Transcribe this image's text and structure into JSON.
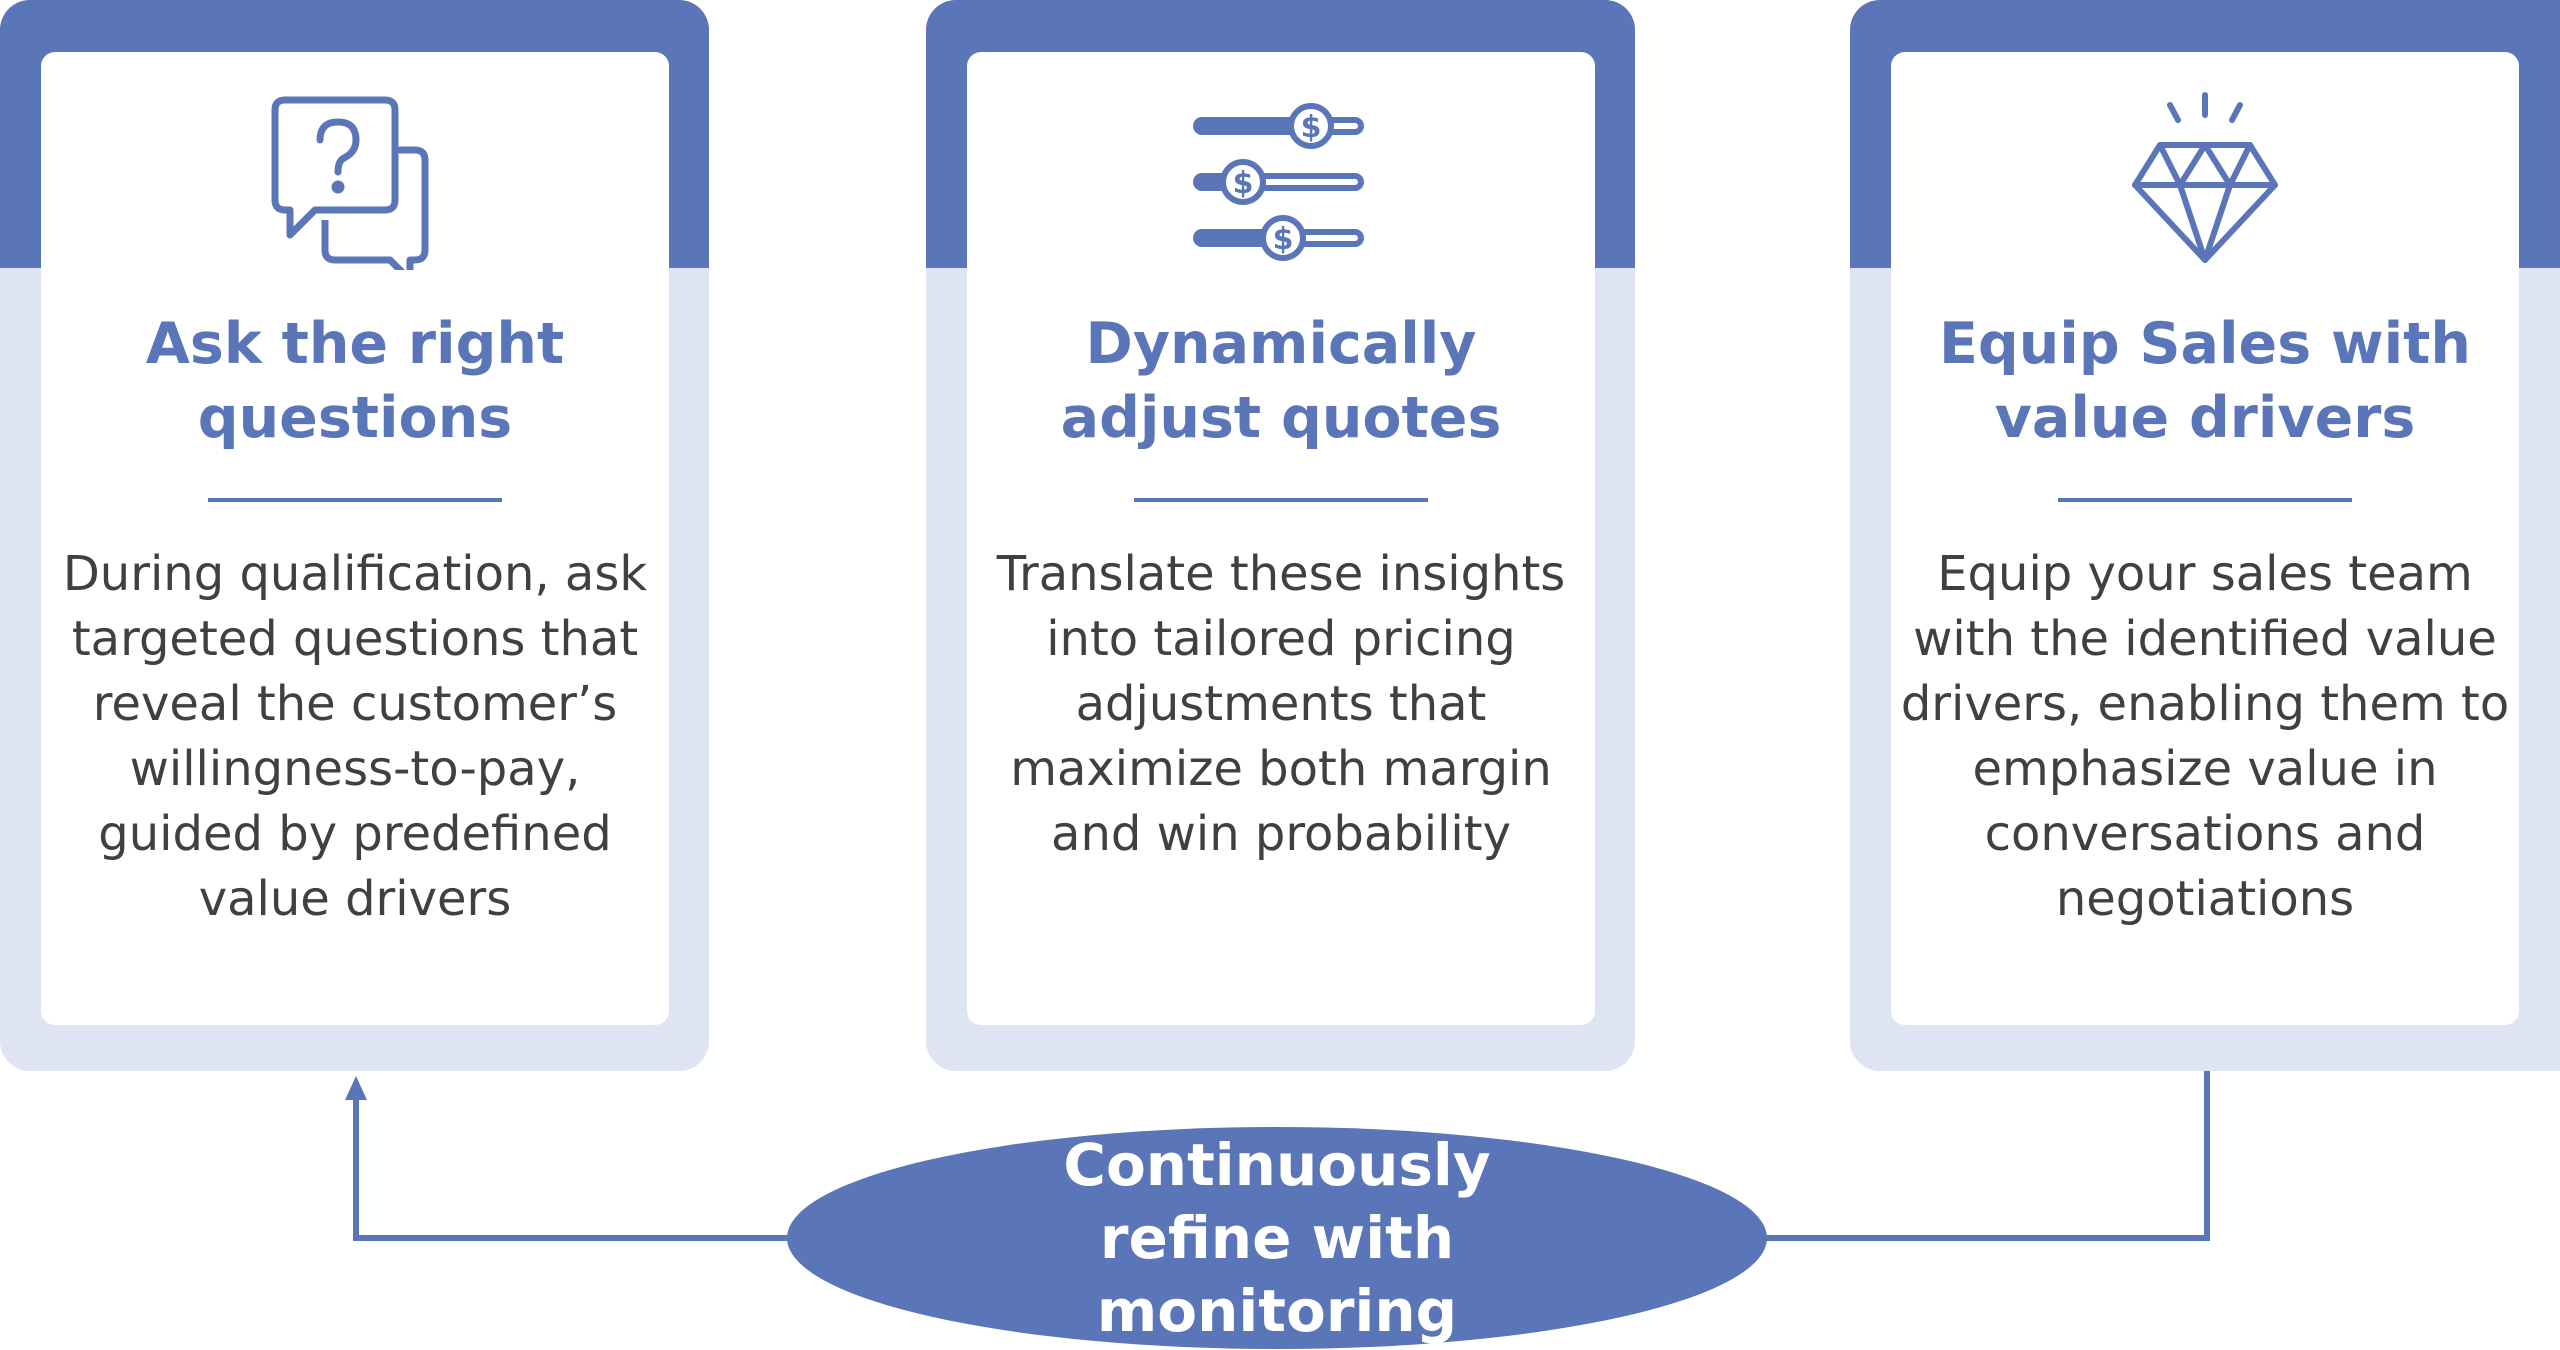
{
  "cards": [
    {
      "icon": "question-chat-icon",
      "title": "Ask the right questions",
      "body": "During qualification, ask targeted questions that reveal the customer’s willingness-to-pay, guided by predefined value drivers"
    },
    {
      "icon": "price-sliders-icon",
      "title": "Dynamically adjust quotes",
      "body": "Translate these insights into tailored pricing adjustments that maximize both margin and win probability"
    },
    {
      "icon": "diamond-icon",
      "title": "Equip Sales with value drivers",
      "body": "Equip your sales team with the identified value drivers, enabling them to emphasize value in conversations and negotiations"
    }
  ],
  "loop": {
    "label": "Continuously refine with monitoring"
  },
  "colors": {
    "accent": "#5a75b8",
    "light": "#dfe4f2",
    "text": "#404040"
  }
}
